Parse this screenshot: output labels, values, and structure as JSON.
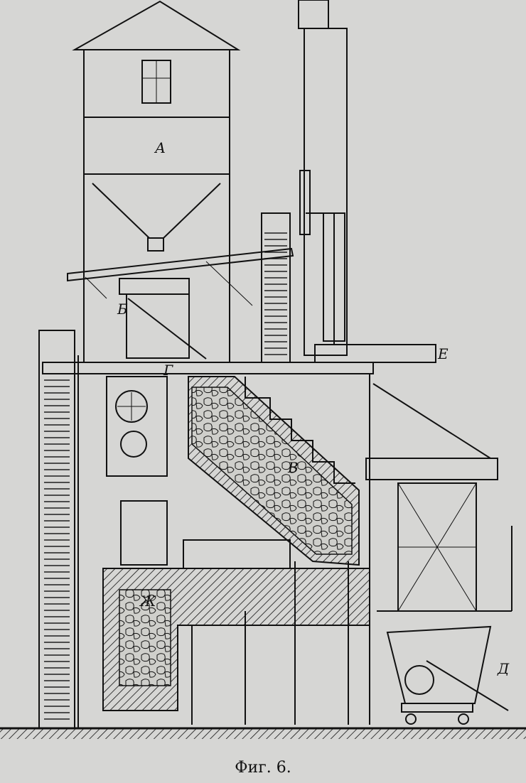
{
  "figure": {
    "caption": "Фиг. 6.",
    "labels": {
      "a": "А",
      "b": "Б",
      "v": "В",
      "g": "Г",
      "d": "Д",
      "e": "Е",
      "zh": "Ж"
    }
  },
  "colors": {
    "paper": "#d6d6d4",
    "ink": "#111111",
    "coal_fill": "#c8c8c4"
  }
}
